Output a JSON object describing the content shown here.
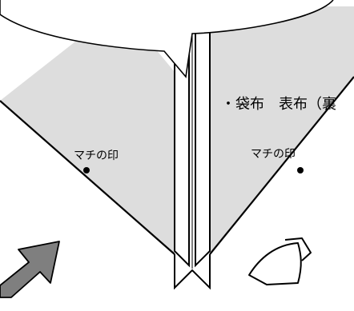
{
  "diagram": {
    "left_panel": {
      "mark_label": "マチの印"
    },
    "right_panel": {
      "mark_label": "マチの印",
      "fabric_label": "・袋布　表布（裏"
    },
    "colors": {
      "panel_fill": "#dddddd",
      "outline": "#000000",
      "arrow_fill": "#7f7f7f",
      "background": "#ffffff"
    },
    "icons": [
      "speech-bubble",
      "direction-arrow",
      "iron-icon"
    ]
  }
}
